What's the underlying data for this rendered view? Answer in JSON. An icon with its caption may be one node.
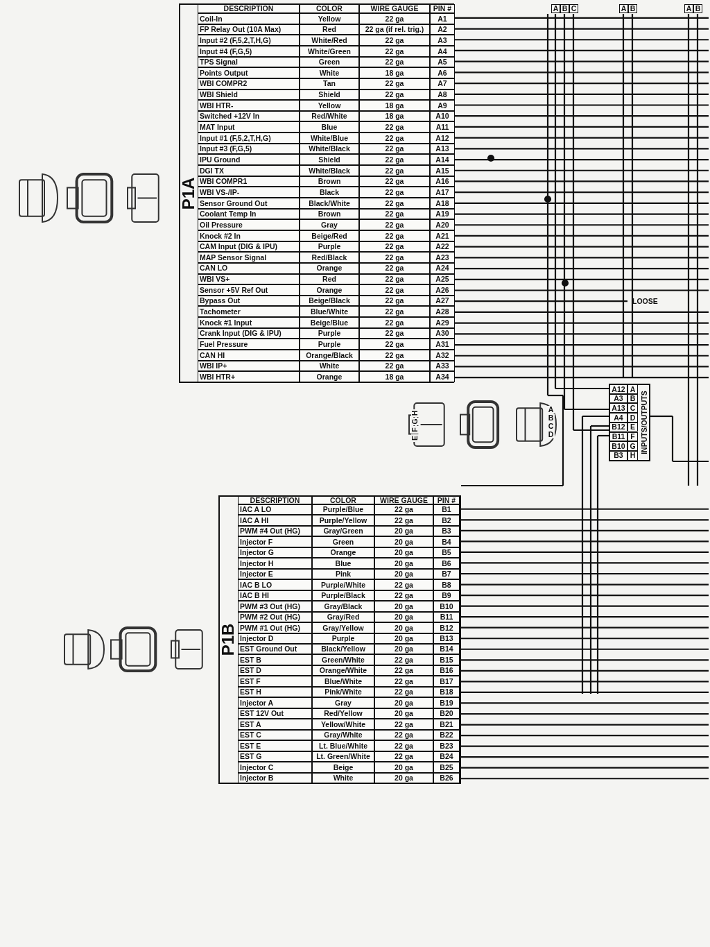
{
  "diagram": {
    "labels": [
      "A",
      "B",
      "C",
      "A",
      "B",
      "A",
      "B",
      "P1A",
      "DESCRIPTION",
      "COLOR",
      "WIRE GAUGE",
      "PIN #",
      "Coil-In",
      "Yellow",
      "22 ga",
      "A1",
      "FP Relay Out (10A Max)",
      "Red",
      "22 ga (if rel. trig.)",
      "A2",
      "Input #2 (F,5,2,T,H,G)",
      "White/Red",
      "22 ga",
      "A3",
      "Input #4 (F,G,5)",
      "White/Green",
      "22 ga",
      "A4",
      "TPS Signal",
      "Green",
      "22 ga",
      "A5",
      "Points Output",
      "White",
      "18 ga",
      "A6",
      "WBI COMPR2",
      "Tan",
      "22 ga",
      "A7",
      "WBI Shield",
      "Shield",
      "22 ga",
      "A8",
      "WBI HTR-",
      "Yellow",
      "18 ga",
      "A9",
      "Switched +12V In",
      "Red/White",
      "18 ga",
      "A10",
      "MAT Input",
      "Blue",
      "22 ga",
      "A11",
      "Input #1 (F,5,2,T,H,G)",
      "White/Blue",
      "22 ga",
      "A12",
      "Input #3 (F,G,5)",
      "White/Black",
      "22 ga",
      "A13",
      "IPU Ground",
      "Shield",
      "22 ga",
      "A14",
      "DGI TX",
      "White/Black",
      "22 ga",
      "A15",
      "WBI COMPR1",
      "Brown",
      "22 ga",
      "A16",
      "WBI VS-/IP-",
      "Black",
      "22 ga",
      "A17",
      "Sensor Ground Out",
      "Black/White",
      "22 ga",
      "A18",
      "Coolant Temp In",
      "Brown",
      "22 ga",
      "A19",
      "Oil Pressure",
      "Gray",
      "22 ga",
      "A20",
      "Knock #2 In",
      "Beige/Red",
      "22 ga",
      "A21",
      "CAM Input (DIG & IPU)",
      "Purple",
      "22 ga",
      "A22",
      "MAP Sensor Signal",
      "Red/Black",
      "22 ga",
      "A23",
      "CAN LO",
      "Orange",
      "22 ga",
      "A24",
      "WBI VS+",
      "Red",
      "22 ga",
      "A25",
      "Sensor +5V Ref Out",
      "Orange",
      "22 ga",
      "A26",
      "Bypass Out",
      "Beige/Black",
      "22 ga",
      "A27",
      "Tachometer",
      "Blue/White",
      "22 ga",
      "A28",
      "Knock #1 Input",
      "Beige/Blue",
      "22 ga",
      "A29",
      "Crank Input (DIG & IPU)",
      "Purple",
      "22 ga",
      "A30",
      "Fuel Pressure",
      "Purple",
      "22 ga",
      "A31",
      "CAN HI",
      "Orange/Black",
      "22 ga",
      "A32",
      "WBI IP+",
      "White",
      "22 ga",
      "A33",
      "WBI HTR+",
      "Orange",
      "18 ga",
      "A34",
      "LOOSE",
      "E",
      "F",
      "G",
      "H",
      "A",
      "B",
      "C",
      "D",
      "A12",
      "A",
      "A3",
      "B",
      "A13",
      "C",
      "A4",
      "D",
      "B12",
      "E",
      "B11",
      "F",
      "B10",
      "G",
      "B3",
      "H",
      "INPUTS/OUTPUTS",
      "P1B",
      "DESCRIPTION",
      "COLOR",
      "WIRE GAUGE",
      "PIN #",
      "IAC A LO",
      "Purple/Blue",
      "22 ga",
      "B1",
      "IAC A HI",
      "Purple/Yellow",
      "22 ga",
      "B2",
      "PWM #4 Out (HG)",
      "Gray/Green",
      "20 ga",
      "B3",
      "Injector F",
      "Green",
      "20 ga",
      "B4",
      "Injector G",
      "Orange",
      "20 ga",
      "B5",
      "Injector H",
      "Blue",
      "20 ga",
      "B6",
      "Injector E",
      "Pink",
      "20 ga",
      "B7",
      "IAC B LO",
      "Purple/White",
      "22 ga",
      "B8",
      "IAC B HI",
      "Purple/Black",
      "22 ga",
      "B9",
      "PWM #3 Out (HG)",
      "Gray/Black",
      "20 ga",
      "B10",
      "PWM #2 Out (HG)",
      "Gray/Red",
      "20 ga",
      "B11",
      "PWM #1 Out (HG)",
      "Gray/Yellow",
      "20 ga",
      "B12",
      "Injector D",
      "Purple",
      "20 ga",
      "B13",
      "EST Ground Out",
      "Black/Yellow",
      "20 ga",
      "B14",
      "EST B",
      "Green/White",
      "22 ga",
      "B15",
      "EST D",
      "Orange/White",
      "22 ga",
      "B16",
      "EST F",
      "Blue/White",
      "22 ga",
      "B17",
      "EST H",
      "Pink/White",
      "22 ga",
      "B18",
      "Injector A",
      "Gray",
      "20 ga",
      "B19",
      "EST 12V Out",
      "Red/Yellow",
      "20 ga",
      "B20",
      "EST A",
      "Yellow/White",
      "22 ga",
      "B21",
      "EST C",
      "Gray/White",
      "22 ga",
      "B22",
      "EST E",
      "Lt. Blue/White",
      "22 ga",
      "B23",
      "EST G",
      "Lt. Green/White",
      "22 ga",
      "B24",
      "Injector C",
      "Beige",
      "20 ga",
      "B25",
      "Injector B",
      "White",
      "20 ga",
      "B26"
    ]
  }
}
